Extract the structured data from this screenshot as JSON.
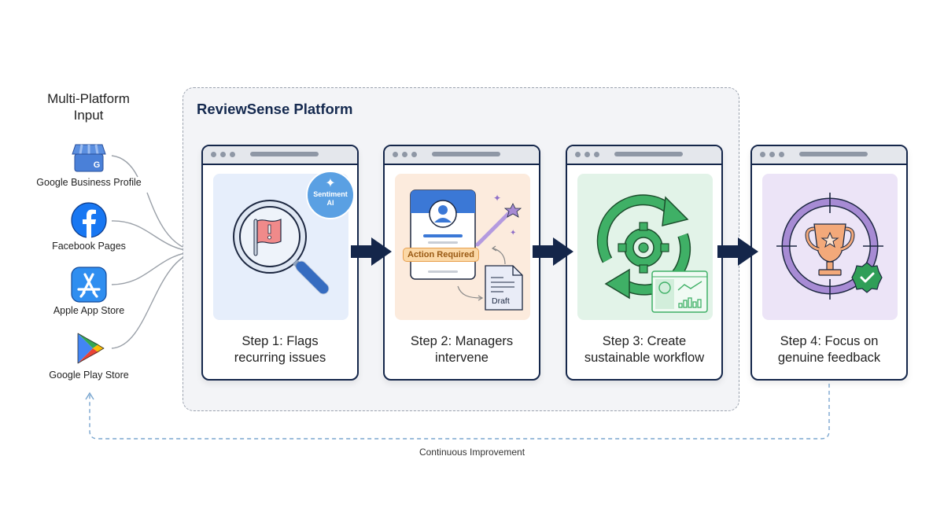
{
  "input": {
    "title_line1": "Multi-Platform",
    "title_line2": "Input",
    "sources": [
      {
        "label": "Google Business Profile",
        "icon": "google-business-profile-icon"
      },
      {
        "label": "Facebook Pages",
        "icon": "facebook-icon"
      },
      {
        "label": "Apple App Store",
        "icon": "app-store-icon"
      },
      {
        "label": "Google Play Store",
        "icon": "google-play-icon"
      }
    ]
  },
  "platform": {
    "title": "ReviewSense Platform"
  },
  "steps": [
    {
      "line1": "Step 1: Flags",
      "line2": "recurring issues",
      "badge_line1": "Sentiment",
      "badge_line2": "AI",
      "panel_color": "#e6eefb"
    },
    {
      "line1": "Step 2: Managers",
      "line2": "intervene",
      "tag": "Action Required",
      "doc_label": "Draft",
      "panel_color": "#fcebdd"
    },
    {
      "line1": "Step 3: Create",
      "line2": "sustainable workflow",
      "panel_color": "#e2f3e8"
    },
    {
      "line1": "Step 4: Focus on",
      "line2": "genuine feedback",
      "panel_color": "#ece4f7"
    }
  ],
  "loop": {
    "label": "Continuous Improvement"
  },
  "colors": {
    "navy": "#14264a",
    "accent_blue": "#3b78d6",
    "green": "#35a35a",
    "purple": "#a78bd4",
    "orange": "#f0a860",
    "loop_dash": "#7aa6cf"
  }
}
